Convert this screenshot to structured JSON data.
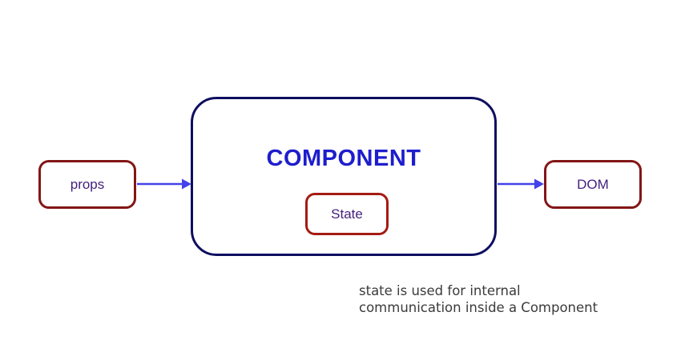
{
  "diagram": {
    "nodes": {
      "props": {
        "label": "props"
      },
      "component": {
        "label": "COMPONENT"
      },
      "state": {
        "label": "State"
      },
      "dom": {
        "label": "DOM"
      }
    },
    "arrows": [
      {
        "name": "props-to-component",
        "direction": "right"
      },
      {
        "name": "component-to-dom",
        "direction": "right"
      }
    ],
    "caption": {
      "line1": "state is used for internal",
      "line2": "communication inside a Component"
    }
  },
  "colors": {
    "box_border_red": "#821616",
    "state_border_red": "#a31b12",
    "component_border": "#0e0e60",
    "component_text": "#1d1dce",
    "node_label_text": "#45207d",
    "arrow": "#4343ea",
    "caption_text": "#3b3b3b",
    "background": "#ffffff"
  }
}
